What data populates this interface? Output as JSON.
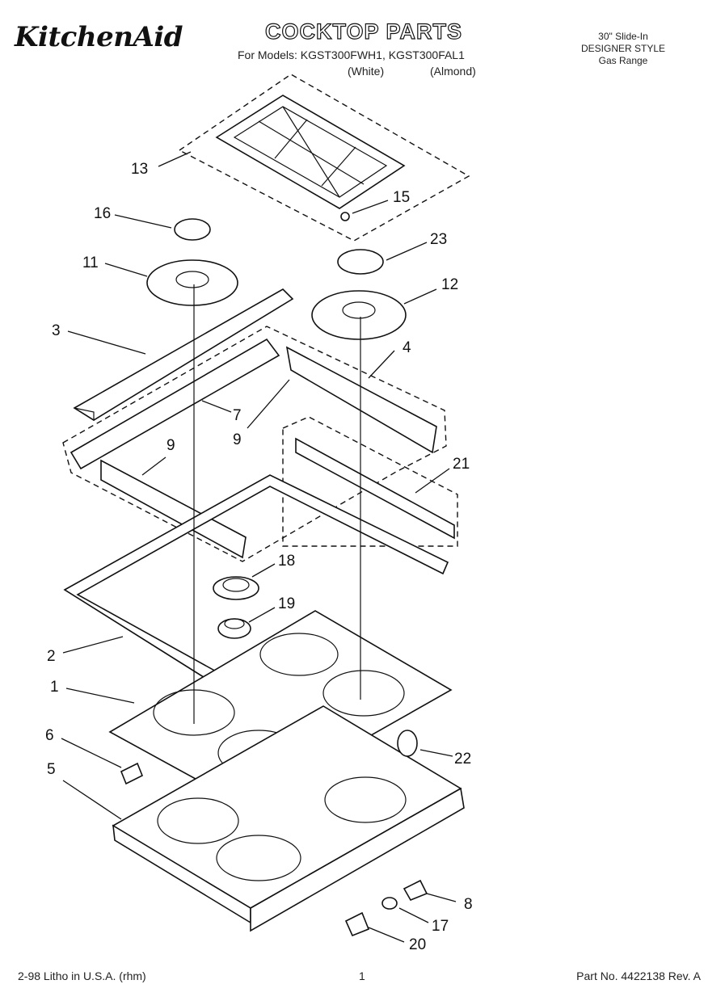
{
  "header": {
    "brand": "KitchenAid",
    "title": "COCKTOP PARTS",
    "models_line": "For Models: KGST300FWH1, KGST300FAL1",
    "variant_white": "(White)",
    "variant_almond": "(Almond)",
    "spec_line1": "30\" Slide-In",
    "spec_line2": "DESIGNER STYLE",
    "spec_line3": "Gas Range"
  },
  "footer": {
    "print_info": "2-98 Litho in U.S.A. (rhm)",
    "page_number": "1",
    "part_number": "Part No. 4422138 Rev. A"
  },
  "callouts": {
    "c1": "1",
    "c2": "2",
    "c3": "3",
    "c4": "4",
    "c5": "5",
    "c6": "6",
    "c7": "7",
    "c8": "8",
    "c9a": "9",
    "c9b": "9",
    "c11": "11",
    "c12": "12",
    "c13": "13",
    "c15": "15",
    "c16": "16",
    "c17": "17",
    "c18": "18",
    "c19": "19",
    "c20": "20",
    "c21": "21",
    "c22": "22",
    "c23": "23"
  }
}
